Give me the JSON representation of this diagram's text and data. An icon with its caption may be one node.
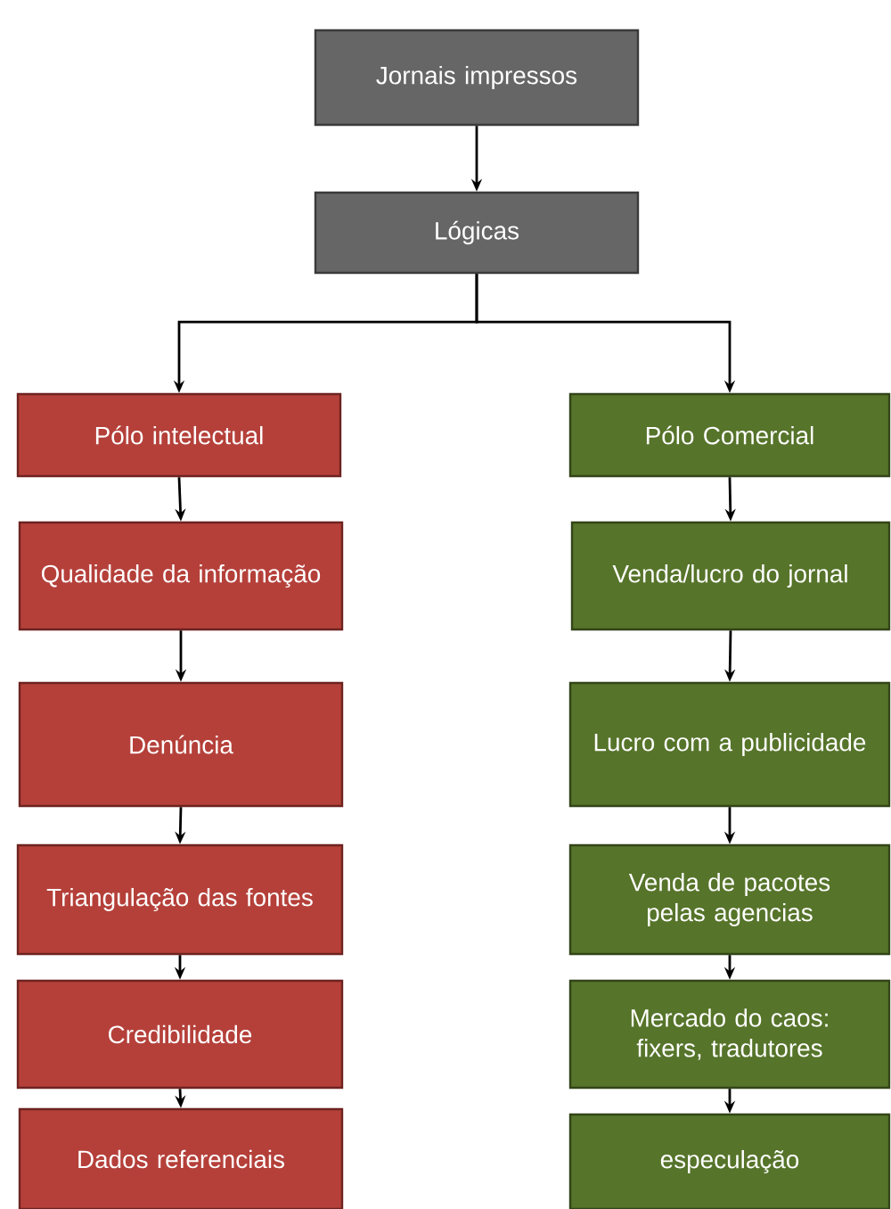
{
  "diagram": {
    "nodes": [
      {
        "text": [
          "Jornais impressos"
        ]
      },
      {
        "text": [
          "Lógicas"
        ]
      },
      {
        "text": [
          "Pólo intelectual"
        ]
      },
      {
        "text": [
          "Qualidade da informação"
        ]
      },
      {
        "text": [
          "Denúncia"
        ]
      },
      {
        "text": [
          "Triangulação das fontes"
        ]
      },
      {
        "text": [
          "Credibilidade"
        ]
      },
      {
        "text": [
          "Dados referenciais"
        ]
      },
      {
        "text": [
          "Pólo Comercial"
        ]
      },
      {
        "text": [
          "Venda/lucro do jornal"
        ]
      },
      {
        "text": [
          "Lucro com a publicidade"
        ]
      },
      {
        "text": [
          "Venda de pacotes pelas agencias"
        ]
      },
      {
        "text": [
          "Mercado do caos: fixers, tradutores"
        ]
      },
      {
        "text": [
          "especulação"
        ]
      }
    ],
    "edges": [
      {
        "from": 0,
        "to": 1,
        "arrow": "to"
      },
      {
        "from": 1,
        "to": 2,
        "arrow": "to"
      },
      {
        "from": 1,
        "to": 8,
        "arrow": "to"
      },
      {
        "from": 2,
        "to": 3,
        "arrow": "to"
      },
      {
        "from": 3,
        "to": 4,
        "arrow": "to"
      },
      {
        "from": 4,
        "to": 5,
        "arrow": "to"
      },
      {
        "from": 5,
        "to": 6,
        "arrow": "to"
      },
      {
        "from": 6,
        "to": 7,
        "arrow": "to"
      },
      {
        "from": 8,
        "to": 9,
        "arrow": "to"
      },
      {
        "from": 9,
        "to": 10,
        "arrow": "to"
      },
      {
        "from": 10,
        "to": 11,
        "arrow": "to"
      },
      {
        "from": 11,
        "to": 12,
        "arrow": "to"
      },
      {
        "from": 12,
        "to": 13,
        "arrow": "to"
      }
    ]
  }
}
